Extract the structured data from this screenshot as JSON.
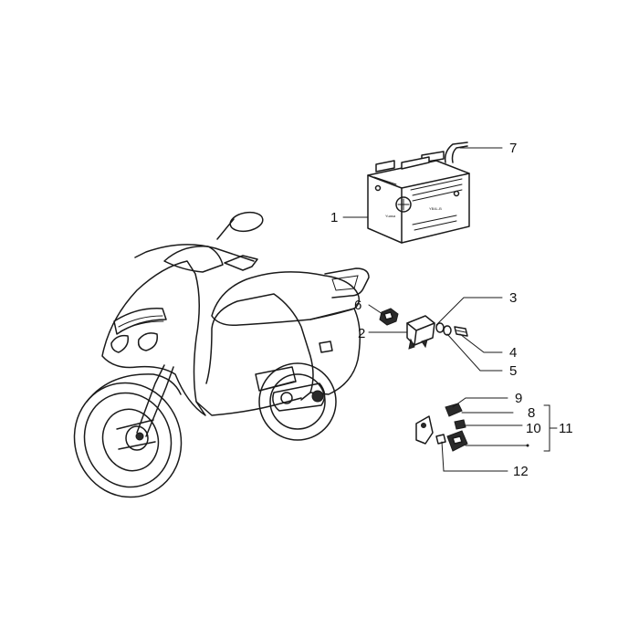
{
  "battery": {
    "brand": "Yuasa",
    "model": "YB4L-B"
  },
  "callouts": [
    {
      "id": "c1",
      "text": "1"
    },
    {
      "id": "c2",
      "text": "2"
    },
    {
      "id": "c3",
      "text": "3"
    },
    {
      "id": "c4",
      "text": "4"
    },
    {
      "id": "c5",
      "text": "5"
    },
    {
      "id": "c6",
      "text": "6"
    },
    {
      "id": "c7",
      "text": "7"
    },
    {
      "id": "c8",
      "text": "8"
    },
    {
      "id": "c9",
      "text": "9"
    },
    {
      "id": "c10",
      "text": "10"
    },
    {
      "id": "c11",
      "text": "11"
    },
    {
      "id": "c12",
      "text": "12"
    }
  ]
}
